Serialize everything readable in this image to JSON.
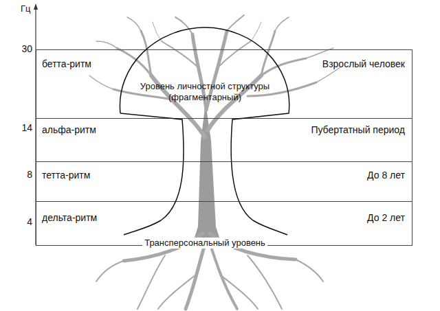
{
  "diagram": {
    "nodes": [
      {
        "text": [
          "бетта-ритм",
          "Взрослый человек"
        ]
      },
      {
        "text": [
          "альфа-ритм",
          "Пубертатный период"
        ]
      },
      {
        "text": [
          "тетта-ритм",
          "До 8 лет"
        ]
      },
      {
        "text": [
          "дельта-ритм",
          "До 2 лет"
        ]
      },
      {
        "text": [
          "Уровень личностной структуры (фрагментарный)",
          "Трансперсональный уровень"
        ]
      }
    ],
    "labels": [
      "Гц",
      "30",
      "14",
      "8",
      "4"
    ]
  }
}
